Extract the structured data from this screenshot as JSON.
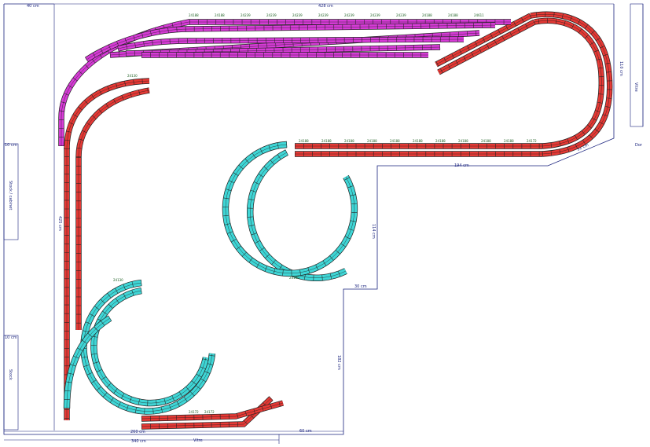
{
  "colors": {
    "background": "#ffffff",
    "wall": "#1a237e",
    "track_red": "#e53935",
    "track_magenta": "#d63bd6",
    "track_cyan": "#3fd6d6",
    "track_outline": "#202020",
    "tie": "#202020",
    "track_label": "#1b5e20"
  },
  "dimensions": {
    "top_left": "40 cm",
    "top": "428 cm",
    "left_main": "425 cm",
    "left_box": "10 cm",
    "left_box2": "10 cm",
    "mid_horizontal": "194 cm",
    "mid_vertical": "114 cm",
    "step": "30 cm",
    "lower_vertical": "182 cm",
    "bottom_inner": "260 cm",
    "bottom_right": "60 cm",
    "bottom_total": "340 cm",
    "right_top": "110 cm",
    "corner": "31 cm"
  },
  "labels": {
    "left_top": "Stock / cabinet",
    "left_bottom": "Stock",
    "bottom_mid": "Vitre",
    "right_box": "Vitre",
    "right_door": "Dor",
    "small_left": "10 cm"
  },
  "track_labels": {
    "top_row": [
      "24188",
      "24188",
      "24239",
      "24239",
      "24239",
      "24239",
      "24239",
      "24239",
      "24239",
      "24188",
      "24188",
      "24611"
    ],
    "mid_row": [
      "24188",
      "24188",
      "24188",
      "24188",
      "24188",
      "24188",
      "24188",
      "24188",
      "24188",
      "24188",
      "24172"
    ],
    "bottom_row": [
      "24172",
      "24172"
    ],
    "misc": [
      "24130",
      "24130",
      "24130"
    ]
  }
}
